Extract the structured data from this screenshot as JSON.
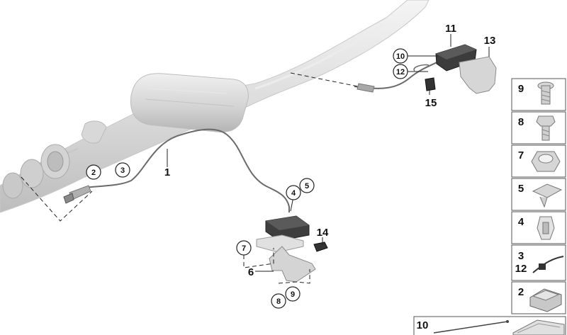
{
  "labels": {
    "l1": "1",
    "l2": "2",
    "l3": "3",
    "l4": "4",
    "l5": "5",
    "l6": "6",
    "l7": "7",
    "l8": "8",
    "l9": "9",
    "l10": "10",
    "l11": "11",
    "l12": "12",
    "l13": "13",
    "l14": "14",
    "l15": "15"
  },
  "sidebar": {
    "items": [
      {
        "label": "9",
        "icon": "screw-icon"
      },
      {
        "label": "8",
        "icon": "bolt-icon"
      },
      {
        "label": "7",
        "icon": "nut-icon"
      },
      {
        "label": "5",
        "icon": "bracket-icon"
      },
      {
        "label": "4",
        "icon": "clip-icon"
      },
      {
        "label": "3",
        "label2": "12",
        "icon": "cable-tie-icon"
      },
      {
        "label": "2",
        "icon": "cable-holder-icon"
      }
    ],
    "bottom_label": "10"
  }
}
